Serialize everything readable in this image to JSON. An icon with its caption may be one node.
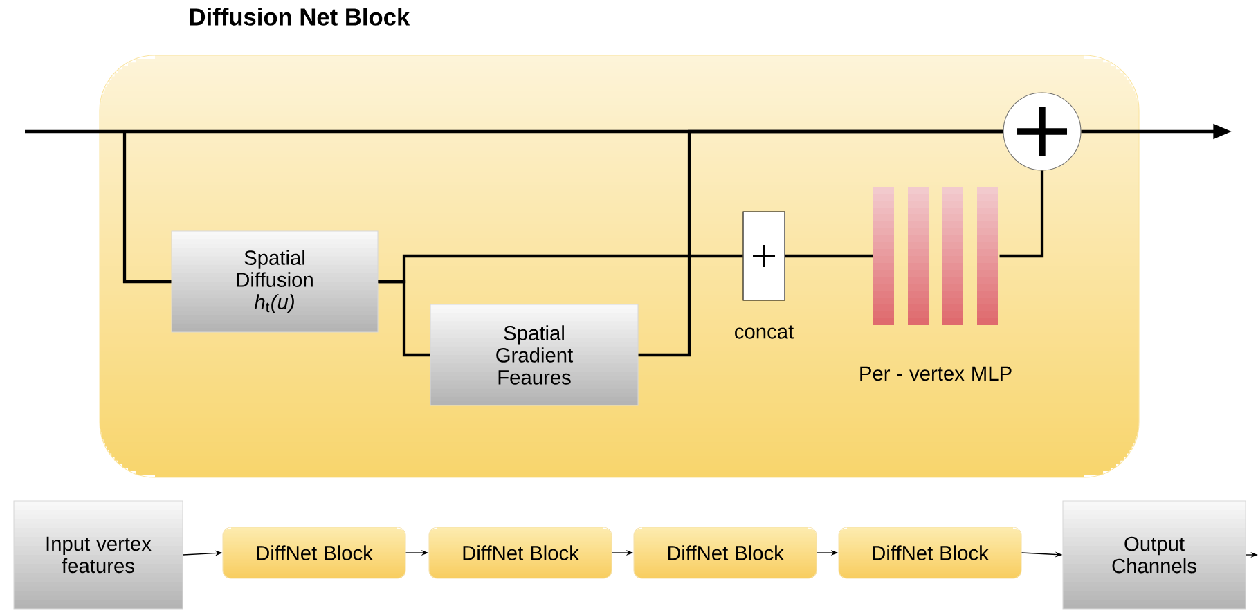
{
  "diagram": {
    "nodes": [
      {
        "text": [
          "Diffusion Net Block"
        ]
      },
      {
        "text": [
          "Spatial Diffusion *h*$_{t}$*(u)*"
        ],
        "in": 0
      },
      {
        "text": [
          "Spatial Gradient Feaures"
        ],
        "in": 0
      },
      {
        "text": [],
        "shape": "box",
        "beside": [
          "concat"
        ],
        "in": 0
      },
      {
        "text": [],
        "shape": "bar",
        "beside": [
          "Per - vertex MLP"
        ],
        "in": 0
      },
      {
        "text": [],
        "shape": "circle",
        "in": 0
      },
      {
        "text": [
          "Input vertex features"
        ]
      },
      {
        "text": [
          "DiffNet Block"
        ]
      },
      {
        "text": [
          "DiffNet Block"
        ]
      },
      {
        "text": [
          "DiffNet Block"
        ]
      },
      {
        "text": [
          "DiffNet Block"
        ]
      },
      {
        "text": [
          "Output Channels"
        ]
      }
    ],
    "edges": [
      {
        "from": null,
        "to": 5,
        "arrow": "none"
      },
      {
        "from": null,
        "to": 1,
        "arrow": "none"
      },
      {
        "from": 1,
        "to": 2,
        "arrow": "none"
      },
      {
        "from": 1,
        "to": 3,
        "arrow": "none"
      },
      {
        "from": 2,
        "to": 5,
        "arrow": "none"
      },
      {
        "from": 3,
        "to": 4,
        "arrow": "none"
      },
      {
        "from": 4,
        "to": 5,
        "arrow": "none"
      },
      {
        "from": 5,
        "to": null,
        "arrow": "to"
      },
      {
        "from": 6,
        "to": 7,
        "arrow": "to"
      },
      {
        "from": 7,
        "to": 8,
        "arrow": "to"
      },
      {
        "from": 8,
        "to": 9,
        "arrow": "to"
      },
      {
        "from": 9,
        "to": 10,
        "arrow": "to"
      },
      {
        "from": 10,
        "to": 11,
        "arrow": "to"
      },
      {
        "from": 11,
        "to": null,
        "arrow": "to"
      }
    ]
  }
}
